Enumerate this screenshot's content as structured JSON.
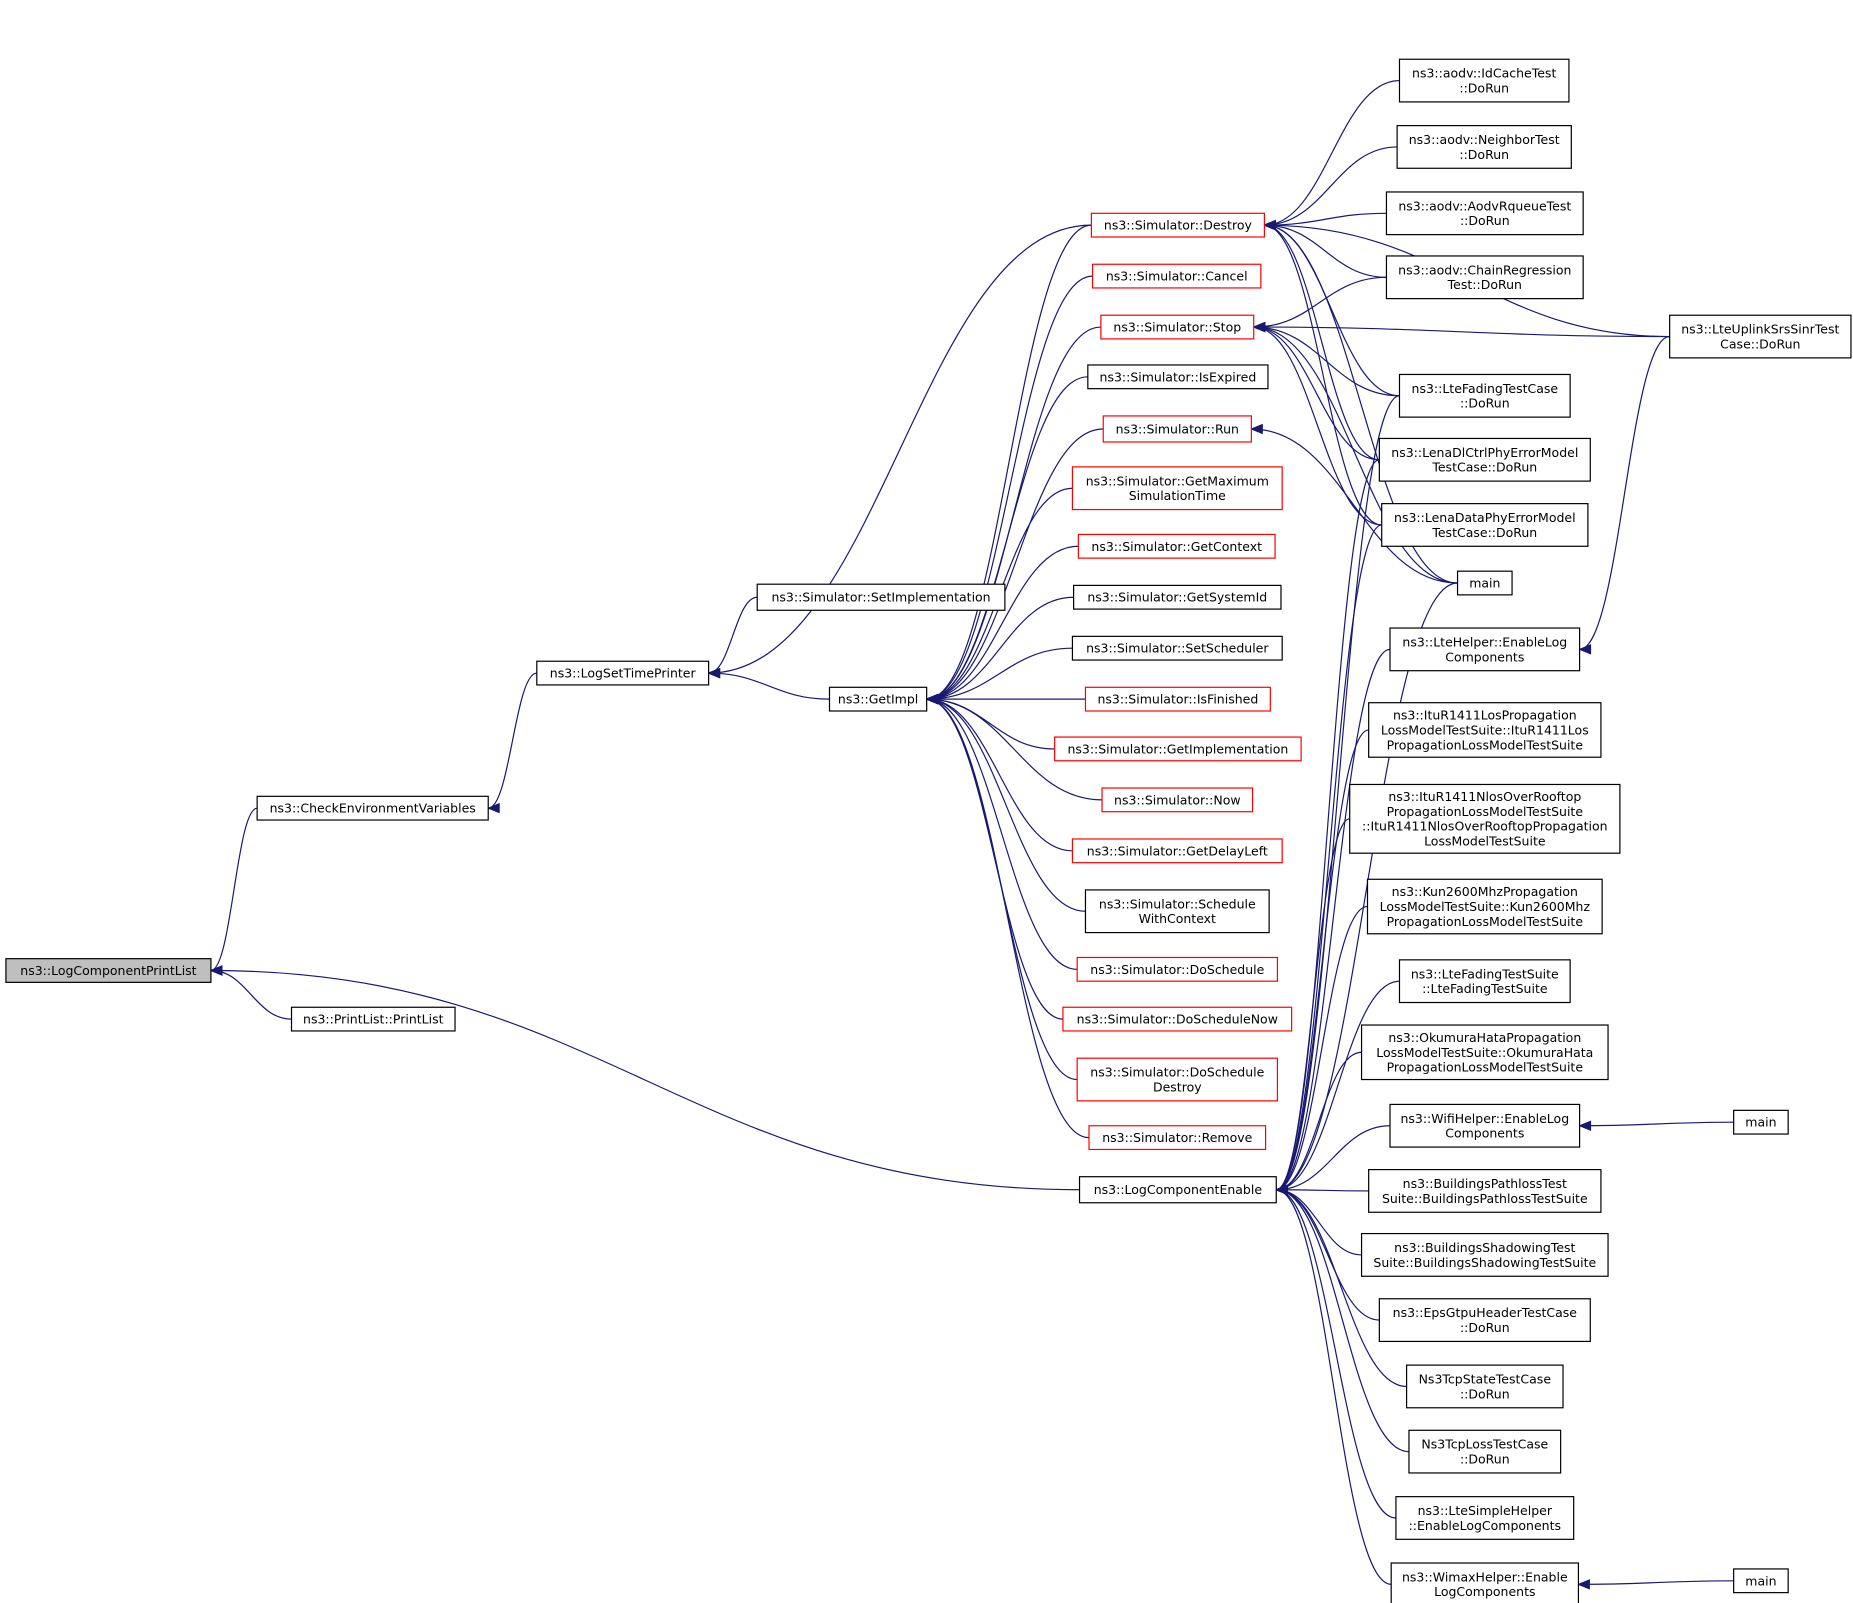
{
  "colors": {
    "edge": "#191970",
    "root_fill": "#bfbfbf",
    "red_border": "#ff0000",
    "black_border": "#000000"
  },
  "nodes": {
    "root": {
      "lines": [
        "ns3::LogComponentPrintList"
      ],
      "style": "root"
    },
    "check_env": {
      "lines": [
        "ns3::CheckEnvironmentVariables"
      ],
      "style": "black"
    },
    "printlist": {
      "lines": [
        "ns3::PrintList::PrintList"
      ],
      "style": "black"
    },
    "logsettime": {
      "lines": [
        "ns3::LogSetTimePrinter"
      ],
      "style": "black"
    },
    "setimpl": {
      "lines": [
        "ns3::Simulator::SetImplementation"
      ],
      "style": "black"
    },
    "getimpl": {
      "lines": [
        "ns3::GetImpl"
      ],
      "style": "black"
    },
    "destroy": {
      "lines": [
        "ns3::Simulator::Destroy"
      ],
      "style": "red"
    },
    "cancel": {
      "lines": [
        "ns3::Simulator::Cancel"
      ],
      "style": "red"
    },
    "stop": {
      "lines": [
        "ns3::Simulator::Stop"
      ],
      "style": "red"
    },
    "isexpired": {
      "lines": [
        "ns3::Simulator::IsExpired"
      ],
      "style": "black"
    },
    "run": {
      "lines": [
        "ns3::Simulator::Run"
      ],
      "style": "red"
    },
    "getmax": {
      "lines": [
        "ns3::Simulator::GetMaximum",
        "SimulationTime"
      ],
      "style": "red"
    },
    "getcontext": {
      "lines": [
        "ns3::Simulator::GetContext"
      ],
      "style": "red"
    },
    "getsysid": {
      "lines": [
        "ns3::Simulator::GetSystemId"
      ],
      "style": "black"
    },
    "setsched": {
      "lines": [
        "ns3::Simulator::SetScheduler"
      ],
      "style": "black"
    },
    "isfinished": {
      "lines": [
        "ns3::Simulator::IsFinished"
      ],
      "style": "red"
    },
    "getimplementation": {
      "lines": [
        "ns3::Simulator::GetImplementation"
      ],
      "style": "red"
    },
    "now": {
      "lines": [
        "ns3::Simulator::Now"
      ],
      "style": "red"
    },
    "getdelay": {
      "lines": [
        "ns3::Simulator::GetDelayLeft"
      ],
      "style": "red"
    },
    "schedctx": {
      "lines": [
        "ns3::Simulator::Schedule",
        "WithContext"
      ],
      "style": "black"
    },
    "dosched": {
      "lines": [
        "ns3::Simulator::DoSchedule"
      ],
      "style": "red"
    },
    "doschednow": {
      "lines": [
        "ns3::Simulator::DoScheduleNow"
      ],
      "style": "red"
    },
    "doscheddestroy": {
      "lines": [
        "ns3::Simulator::DoSchedule",
        "Destroy"
      ],
      "style": "red"
    },
    "remove": {
      "lines": [
        "ns3::Simulator::Remove"
      ],
      "style": "red"
    },
    "logcompenable": {
      "lines": [
        "ns3::LogComponentEnable"
      ],
      "style": "black"
    },
    "idcache": {
      "lines": [
        "ns3::aodv::IdCacheTest",
        "::DoRun"
      ],
      "style": "black"
    },
    "neighbor": {
      "lines": [
        "ns3::aodv::NeighborTest",
        "::DoRun"
      ],
      "style": "black"
    },
    "aodvrq": {
      "lines": [
        "ns3::aodv::AodvRqueueTest",
        "::DoRun"
      ],
      "style": "black"
    },
    "chainreg": {
      "lines": [
        "ns3::aodv::ChainRegression",
        "Test::DoRun"
      ],
      "style": "black"
    },
    "lteuplink": {
      "lines": [
        "ns3::LteUplinkSrsSinrTest",
        "Case::DoRun"
      ],
      "style": "black"
    },
    "ltefadingcase": {
      "lines": [
        "ns3::LteFadingTestCase",
        "::DoRun"
      ],
      "style": "black"
    },
    "lenadl": {
      "lines": [
        "ns3::LenaDlCtrlPhyErrorModel",
        "TestCase::DoRun"
      ],
      "style": "black"
    },
    "lenadata": {
      "lines": [
        "ns3::LenaDataPhyErrorModel",
        "TestCase::DoRun"
      ],
      "style": "black"
    },
    "main1": {
      "lines": [
        "main"
      ],
      "style": "black"
    },
    "ltehelper": {
      "lines": [
        "ns3::LteHelper::EnableLog",
        "Components"
      ],
      "style": "black"
    },
    "itur1411los": {
      "lines": [
        "ns3::ItuR1411LosPropagation",
        "LossModelTestSuite::ItuR1411Los",
        "PropagationLossModelTestSuite"
      ],
      "style": "black"
    },
    "itur1411nlos": {
      "lines": [
        "ns3::ItuR1411NlosOverRooftop",
        "PropagationLossModelTestSuite",
        "::ItuR1411NlosOverRooftopPropagation",
        "LossModelTestSuite"
      ],
      "style": "black"
    },
    "kun2600": {
      "lines": [
        "ns3::Kun2600MhzPropagation",
        "LossModelTestSuite::Kun2600Mhz",
        "PropagationLossModelTestSuite"
      ],
      "style": "black"
    },
    "ltefadingsuite": {
      "lines": [
        "ns3::LteFadingTestSuite",
        "::LteFadingTestSuite"
      ],
      "style": "black"
    },
    "okumura": {
      "lines": [
        "ns3::OkumuraHataPropagation",
        "LossModelTestSuite::OkumuraHata",
        "PropagationLossModelTestSuite"
      ],
      "style": "black"
    },
    "wifihelper": {
      "lines": [
        "ns3::WifiHelper::EnableLog",
        "Components"
      ],
      "style": "black"
    },
    "main2": {
      "lines": [
        "main"
      ],
      "style": "black"
    },
    "buildpath": {
      "lines": [
        "ns3::BuildingsPathlossTest",
        "Suite::BuildingsPathlossTestSuite"
      ],
      "style": "black"
    },
    "buildshadow": {
      "lines": [
        "ns3::BuildingsShadowingTest",
        "Suite::BuildingsShadowingTestSuite"
      ],
      "style": "black"
    },
    "epsgtpu": {
      "lines": [
        "ns3::EpsGtpuHeaderTestCase",
        "::DoRun"
      ],
      "style": "black"
    },
    "tcpstate": {
      "lines": [
        "Ns3TcpStateTestCase",
        "::DoRun"
      ],
      "style": "black"
    },
    "tcploss": {
      "lines": [
        "Ns3TcpLossTestCase",
        "::DoRun"
      ],
      "style": "black"
    },
    "ltesimple": {
      "lines": [
        "ns3::LteSimpleHelper",
        "::EnableLogComponents"
      ],
      "style": "black"
    },
    "wimax": {
      "lines": [
        "ns3::WimaxHelper::Enable",
        "LogComponents"
      ],
      "style": "black"
    },
    "main3": {
      "lines": [
        "main"
      ],
      "style": "black"
    }
  },
  "edges": [
    [
      "check_env",
      "root"
    ],
    [
      "printlist",
      "root"
    ],
    [
      "logcompenable",
      "root"
    ],
    [
      "logsettime",
      "check_env"
    ],
    [
      "setimpl",
      "logsettime"
    ],
    [
      "getimpl",
      "logsettime"
    ],
    [
      "destroy",
      "logsettime"
    ],
    [
      "destroy",
      "getimpl"
    ],
    [
      "cancel",
      "getimpl"
    ],
    [
      "stop",
      "getimpl"
    ],
    [
      "isexpired",
      "getimpl"
    ],
    [
      "run",
      "getimpl"
    ],
    [
      "getmax",
      "getimpl"
    ],
    [
      "getcontext",
      "getimpl"
    ],
    [
      "getsysid",
      "getimpl"
    ],
    [
      "setsched",
      "getimpl"
    ],
    [
      "isfinished",
      "getimpl"
    ],
    [
      "getimplementation",
      "getimpl"
    ],
    [
      "now",
      "getimpl"
    ],
    [
      "getdelay",
      "getimpl"
    ],
    [
      "schedctx",
      "getimpl"
    ],
    [
      "dosched",
      "getimpl"
    ],
    [
      "doschednow",
      "getimpl"
    ],
    [
      "doscheddestroy",
      "getimpl"
    ],
    [
      "remove",
      "getimpl"
    ],
    [
      "idcache",
      "destroy"
    ],
    [
      "neighbor",
      "destroy"
    ],
    [
      "aodvrq",
      "destroy"
    ],
    [
      "chainreg",
      "destroy"
    ],
    [
      "lteuplink",
      "destroy"
    ],
    [
      "ltefadingcase",
      "destroy"
    ],
    [
      "lenadl",
      "destroy"
    ],
    [
      "lenadata",
      "destroy"
    ],
    [
      "main1",
      "destroy"
    ],
    [
      "chainreg",
      "stop"
    ],
    [
      "lteuplink",
      "stop"
    ],
    [
      "ltefadingcase",
      "stop"
    ],
    [
      "lenadl",
      "stop"
    ],
    [
      "lenadata",
      "stop"
    ],
    [
      "main1",
      "stop"
    ],
    [
      "main1",
      "run"
    ],
    [
      "lteuplink",
      "ltehelper"
    ],
    [
      "main2",
      "wifihelper"
    ],
    [
      "main3",
      "wimax"
    ],
    [
      "ltefadingcase",
      "logcompenable"
    ],
    [
      "lenadl",
      "logcompenable"
    ],
    [
      "lenadata",
      "logcompenable"
    ],
    [
      "main1",
      "logcompenable"
    ],
    [
      "ltehelper",
      "logcompenable"
    ],
    [
      "itur1411los",
      "logcompenable"
    ],
    [
      "itur1411nlos",
      "logcompenable"
    ],
    [
      "kun2600",
      "logcompenable"
    ],
    [
      "ltefadingsuite",
      "logcompenable"
    ],
    [
      "okumura",
      "logcompenable"
    ],
    [
      "wifihelper",
      "logcompenable"
    ],
    [
      "buildpath",
      "logcompenable"
    ],
    [
      "buildshadow",
      "logcompenable"
    ],
    [
      "epsgtpu",
      "logcompenable"
    ],
    [
      "tcpstate",
      "logcompenable"
    ],
    [
      "tcploss",
      "logcompenable"
    ],
    [
      "ltesimple",
      "logcompenable"
    ],
    [
      "wimax",
      "logcompenable"
    ]
  ]
}
